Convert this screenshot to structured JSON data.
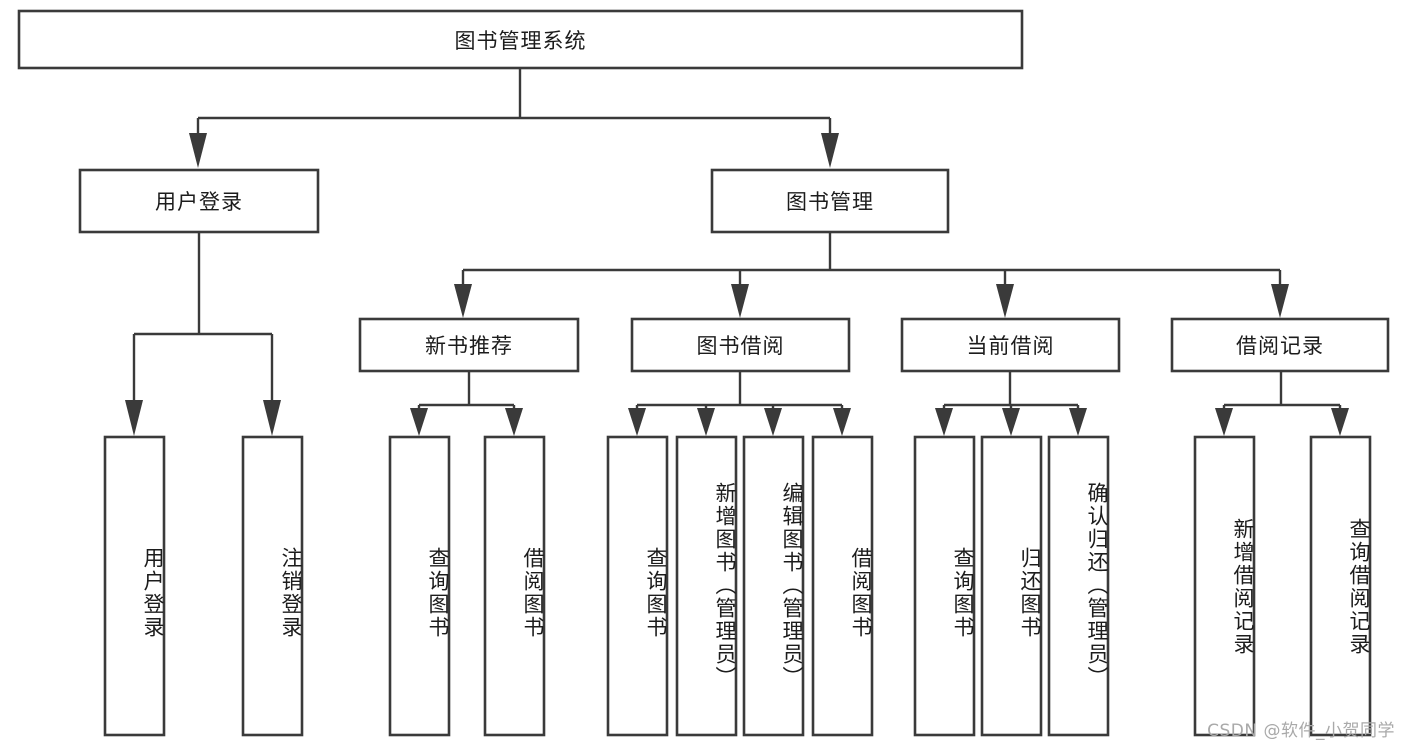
{
  "diagram": {
    "type": "tree-hierarchy",
    "title": "图书管理系统",
    "watermark": "CSDN @软件_小贺同学",
    "colors": {
      "box_stroke": "#3a3a3a",
      "box_fill": "#ffffff",
      "connector": "#3a3a3a",
      "text": "#1c1c1c",
      "watermark": "#a9a9a9",
      "background": "#ffffff"
    },
    "root": {
      "label": "图书管理系统"
    },
    "level2": [
      {
        "label": "用户登录"
      },
      {
        "label": "图书管理"
      }
    ],
    "level3": [
      {
        "label": "新书推荐"
      },
      {
        "label": "图书借阅"
      },
      {
        "label": "当前借阅"
      },
      {
        "label": "借阅记录"
      }
    ],
    "leaves": {
      "user_login": [
        {
          "label": "用户登录"
        },
        {
          "label": "注销登录"
        }
      ],
      "new_book_recommend": [
        {
          "label": "查询图书"
        },
        {
          "label": "借阅图书"
        }
      ],
      "book_borrow": [
        {
          "label": "查询图书"
        },
        {
          "label": "新增图书（管理员）"
        },
        {
          "label": "编辑图书（管理员）"
        },
        {
          "label": "借阅图书"
        }
      ],
      "current_borrow": [
        {
          "label": "查询图书"
        },
        {
          "label": "归还图书"
        },
        {
          "label": "确认归还（管理员）"
        }
      ],
      "borrow_records": [
        {
          "label": "新增借阅记录"
        },
        {
          "label": "查询借阅记录"
        }
      ]
    }
  }
}
